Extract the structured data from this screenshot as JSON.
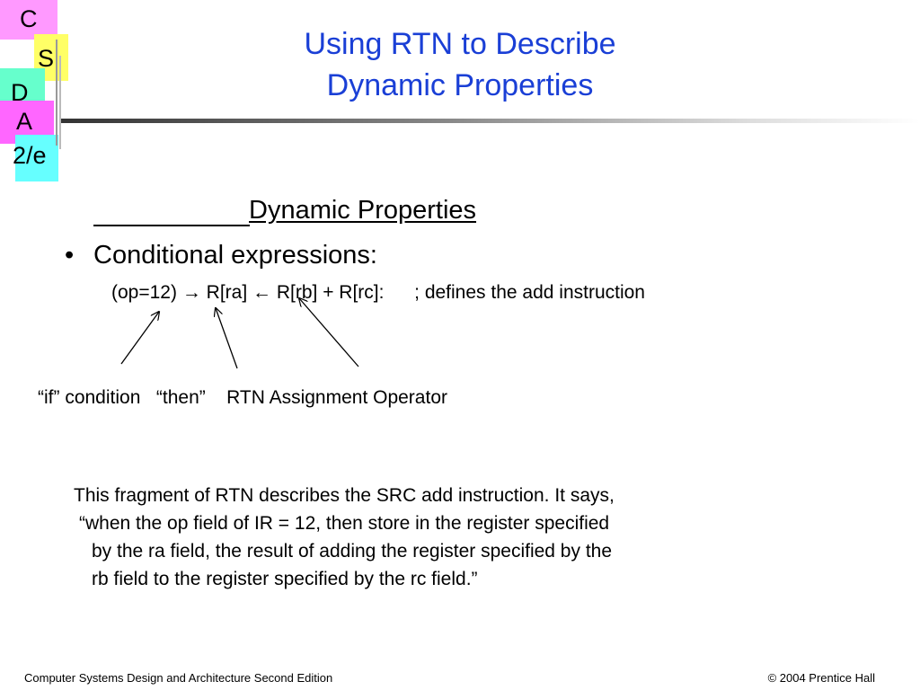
{
  "logo": {
    "letters": [
      "C",
      "S",
      "D",
      "A",
      "2/e"
    ]
  },
  "slide": {
    "title_line1": "Using RTN to Describe",
    "title_line2": "Dynamic Properties",
    "subtitle": "Dynamic  Properties",
    "bullet": "Conditional expressions:",
    "expression": {
      "condition": "(op=12)",
      "then_arrow": "→",
      "target": "R[ra]",
      "assign_arrow": "←",
      "source": "R[rb] + R[rc]:",
      "comment": "; defines the add instruction"
    },
    "labels": {
      "if_condition": "“if” condition",
      "then": "“then”",
      "assignment": "RTN Assignment Operator"
    },
    "paragraph": [
      "This fragment of RTN describes the SRC add instruction. It says,",
      "“when the op field of IR = 12, then store in the register specified",
      "by the ra field, the result of adding the register specified by the",
      "rb field to the register specified by the rc field.”"
    ]
  },
  "footer": {
    "left": "Computer Systems Design and Architecture Second Edition",
    "right": "© 2004 Prentice Hall"
  },
  "colors": {
    "title": "#1a3fd6",
    "logo_c": "#ff99ff",
    "logo_s": "#ffff66",
    "logo_d": "#66ffcc",
    "logo_a": "#ff66ff",
    "logo_e": "#66ffff"
  }
}
